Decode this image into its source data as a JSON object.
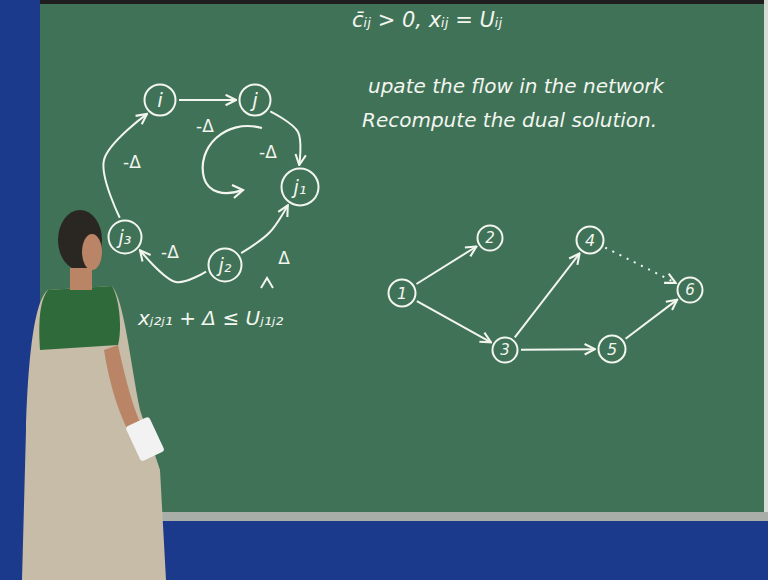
{
  "diagram": {
    "nodes": [
      {
        "text": [
          "i"
        ]
      },
      {
        "text": [
          "j"
        ]
      },
      {
        "text": [
          "j₁"
        ]
      },
      {
        "text": [
          "j₂"
        ]
      },
      {
        "text": [
          "j₃"
        ]
      },
      {
        "text": [
          "1"
        ]
      },
      {
        "text": [
          "2"
        ]
      },
      {
        "text": [
          "3"
        ]
      },
      {
        "text": [
          "4"
        ]
      },
      {
        "text": [
          "5"
        ]
      },
      {
        "text": [
          "6"
        ]
      }
    ],
    "edges": [
      {
        "from": 0,
        "to": 1,
        "arrow": "to",
        "label": "-Δ"
      },
      {
        "from": 1,
        "to": 2,
        "arrow": "to",
        "label": "-Δ"
      },
      {
        "from": 3,
        "to": 2,
        "arrow": "to",
        "label": "Δ"
      },
      {
        "from": 3,
        "to": 4,
        "arrow": "to",
        "label": "-Δ"
      },
      {
        "from": 4,
        "to": 0,
        "arrow": "to",
        "label": "-Δ"
      },
      {
        "from": 5,
        "to": 6,
        "arrow": "to"
      },
      {
        "from": 5,
        "to": 7,
        "arrow": "to"
      },
      {
        "from": 7,
        "to": 8,
        "arrow": "to"
      },
      {
        "from": 7,
        "to": 9,
        "arrow": "to"
      },
      {
        "from": 9,
        "to": 10,
        "arrow": "to"
      },
      {
        "from": 8,
        "to": 10,
        "arrow": "to"
      }
    ],
    "labels": [
      "c̄ᵢⱼ > 0, xᵢⱼ = Uᵢⱼ",
      "upate the flow in the network",
      "Recompute the dual solution.",
      "xⱼ₂ⱼ₁ + Δ ≤ Uⱼ₁ⱼ₂"
    ]
  }
}
